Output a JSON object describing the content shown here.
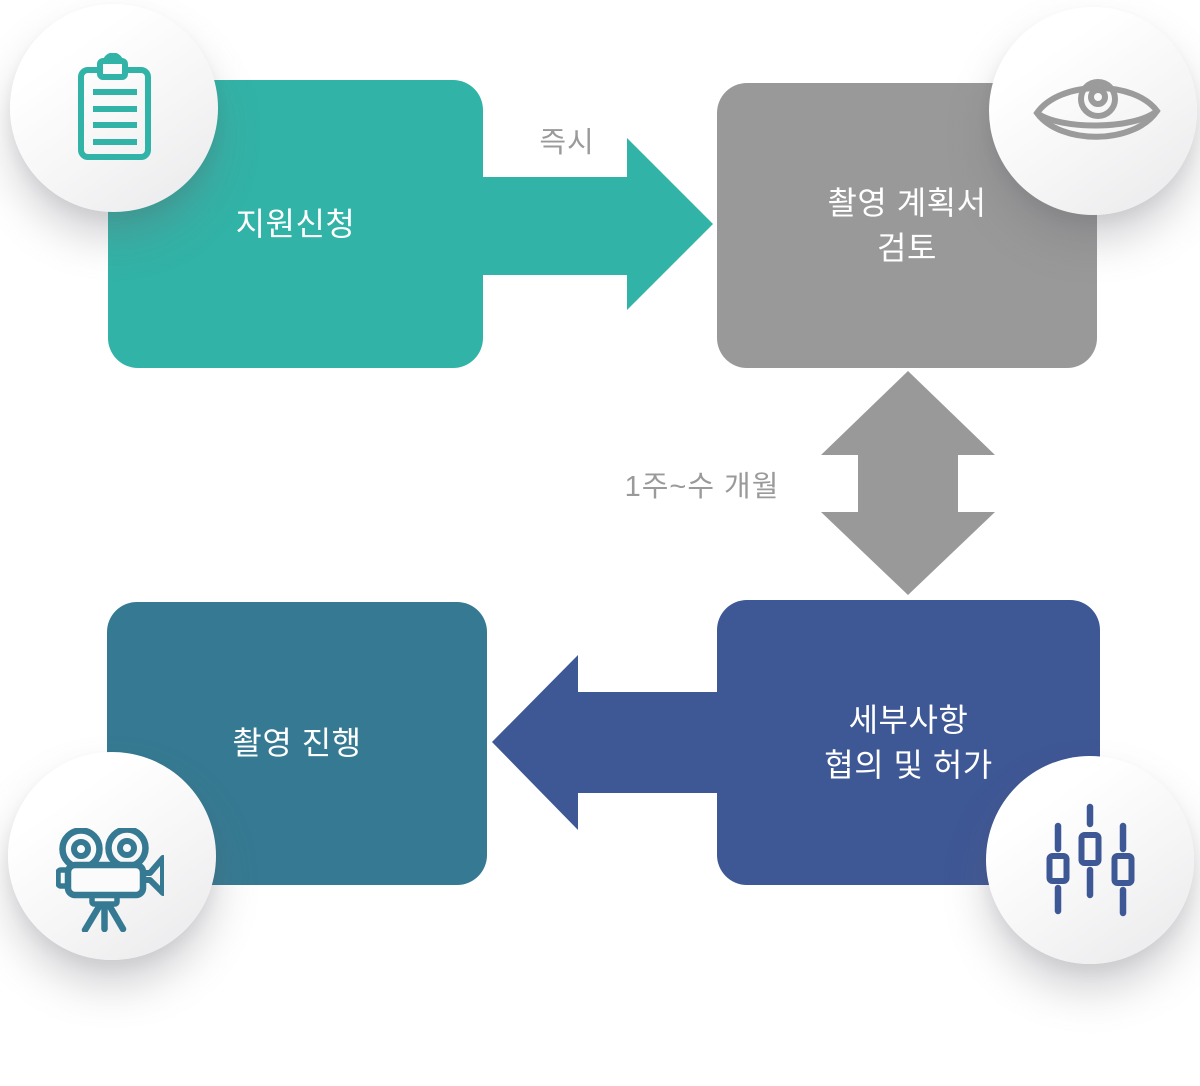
{
  "diagram": {
    "background": "#ffffff",
    "nodes": [
      {
        "id": "application",
        "lines": [
          "지원신청"
        ],
        "color": "#32b3a7",
        "icon": "clipboard-icon"
      },
      {
        "id": "plan-review",
        "lines": [
          "촬영 계획서",
          "검토"
        ],
        "color": "#999999",
        "icon": "eye-icon"
      },
      {
        "id": "details-permission",
        "lines": [
          "세부사항",
          "협의 및 허가"
        ],
        "color": "#3e5795",
        "icon": "sliders-icon"
      },
      {
        "id": "filming",
        "lines": [
          "촬영 진행"
        ],
        "color": "#357a92",
        "icon": "film-camera-icon"
      }
    ],
    "arrows": [
      {
        "from": "application",
        "to": "plan-review",
        "direction": "right",
        "label": "즉시",
        "color": "#32b3a7"
      },
      {
        "from": "plan-review",
        "to": "details-permission",
        "direction": "both",
        "label": "1주~수 개월",
        "color": "#999999"
      },
      {
        "from": "details-permission",
        "to": "filming",
        "direction": "left",
        "label": "",
        "color": "#3e5795"
      }
    ],
    "label_color": "#9a9a9a",
    "text_color": "#ffffff"
  }
}
